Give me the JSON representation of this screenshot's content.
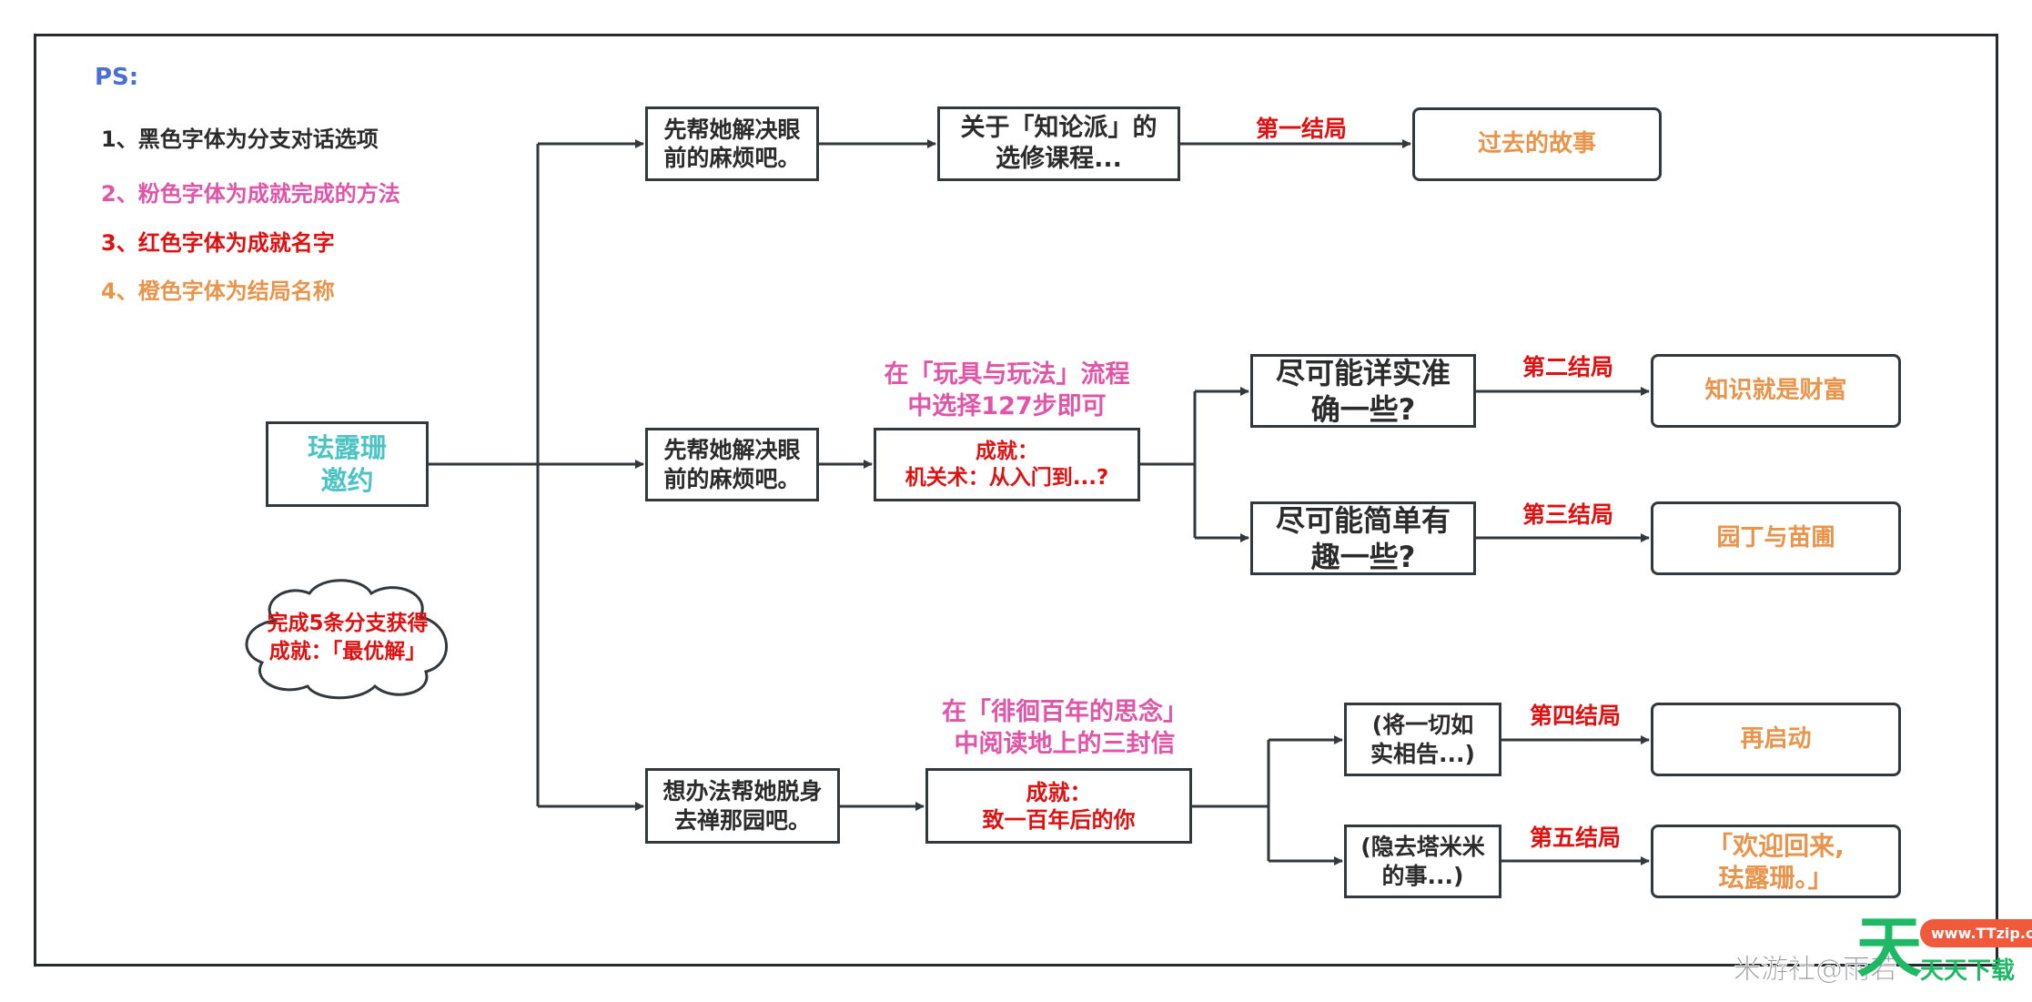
{
  "legend": {
    "title": "PS:",
    "items": [
      {
        "text": "1、黑色字体为分支对话选项",
        "color": "#2b2b2b"
      },
      {
        "text": "2、粉色字体为成就完成的方法",
        "color": "#e055a8"
      },
      {
        "text": "3、红色字体为成就名字",
        "color": "#e01010"
      },
      {
        "text": "4、橙色字体为结局名称",
        "color": "#e8944a"
      }
    ]
  },
  "start": {
    "line1": "珐露珊",
    "line2": "邀约"
  },
  "cloud": {
    "line1": "完成5条分支获得",
    "line2": "成就：「最优解」"
  },
  "branch1": {
    "choice": {
      "line1": "先帮她解决眼",
      "line2": "前的麻烦吧。"
    },
    "next": {
      "line1": "关于「知论派」的",
      "line2": "选修课程..."
    },
    "ending_label": "第一结局",
    "ending": {
      "line1": "过去的故事"
    }
  },
  "branch2": {
    "choice": {
      "line1": "先帮她解决眼",
      "line2": "前的麻烦吧。"
    },
    "hint": {
      "line1": "在「玩具与玩法」流程",
      "line2": "中选择127步即可"
    },
    "achievement": {
      "line1": "成就：",
      "line2": "机关术：从入门到...?"
    },
    "sub_a": {
      "choice": {
        "line1": "尽可能详实准",
        "line2": "确一些?"
      },
      "ending_label": "第二结局",
      "ending": {
        "line1": "知识就是财富"
      }
    },
    "sub_b": {
      "choice": {
        "line1": "尽可能简单有",
        "line2": "趣一些?"
      },
      "ending_label": "第三结局",
      "ending": {
        "line1": "园丁与苗圃"
      }
    }
  },
  "branch3": {
    "choice": {
      "line1": "想办法帮她脱身",
      "line2": "去禅那园吧。"
    },
    "hint": {
      "line1": "在「徘徊百年的思念」",
      "line2": "中阅读地上的三封信"
    },
    "achievement": {
      "line1": "成就：",
      "line2": "致一百年后的你"
    },
    "sub_a": {
      "choice": {
        "line1": "(将一切如",
        "line2": "实相告...)"
      },
      "ending_label": "第四结局",
      "ending": {
        "line1": "再启动"
      }
    },
    "sub_b": {
      "choice": {
        "line1": "(隐去塔米米",
        "line2": "的事...)"
      },
      "ending_label": "第五结局",
      "ending": {
        "line1": "「欢迎回来,",
        "line2": "珐露珊。」"
      }
    }
  },
  "watermark": {
    "source_text": "米游社@雨若",
    "logo_glyph": "天",
    "logo_url_badge": "www.TTzip.com",
    "logo_sub": "天天下载"
  }
}
